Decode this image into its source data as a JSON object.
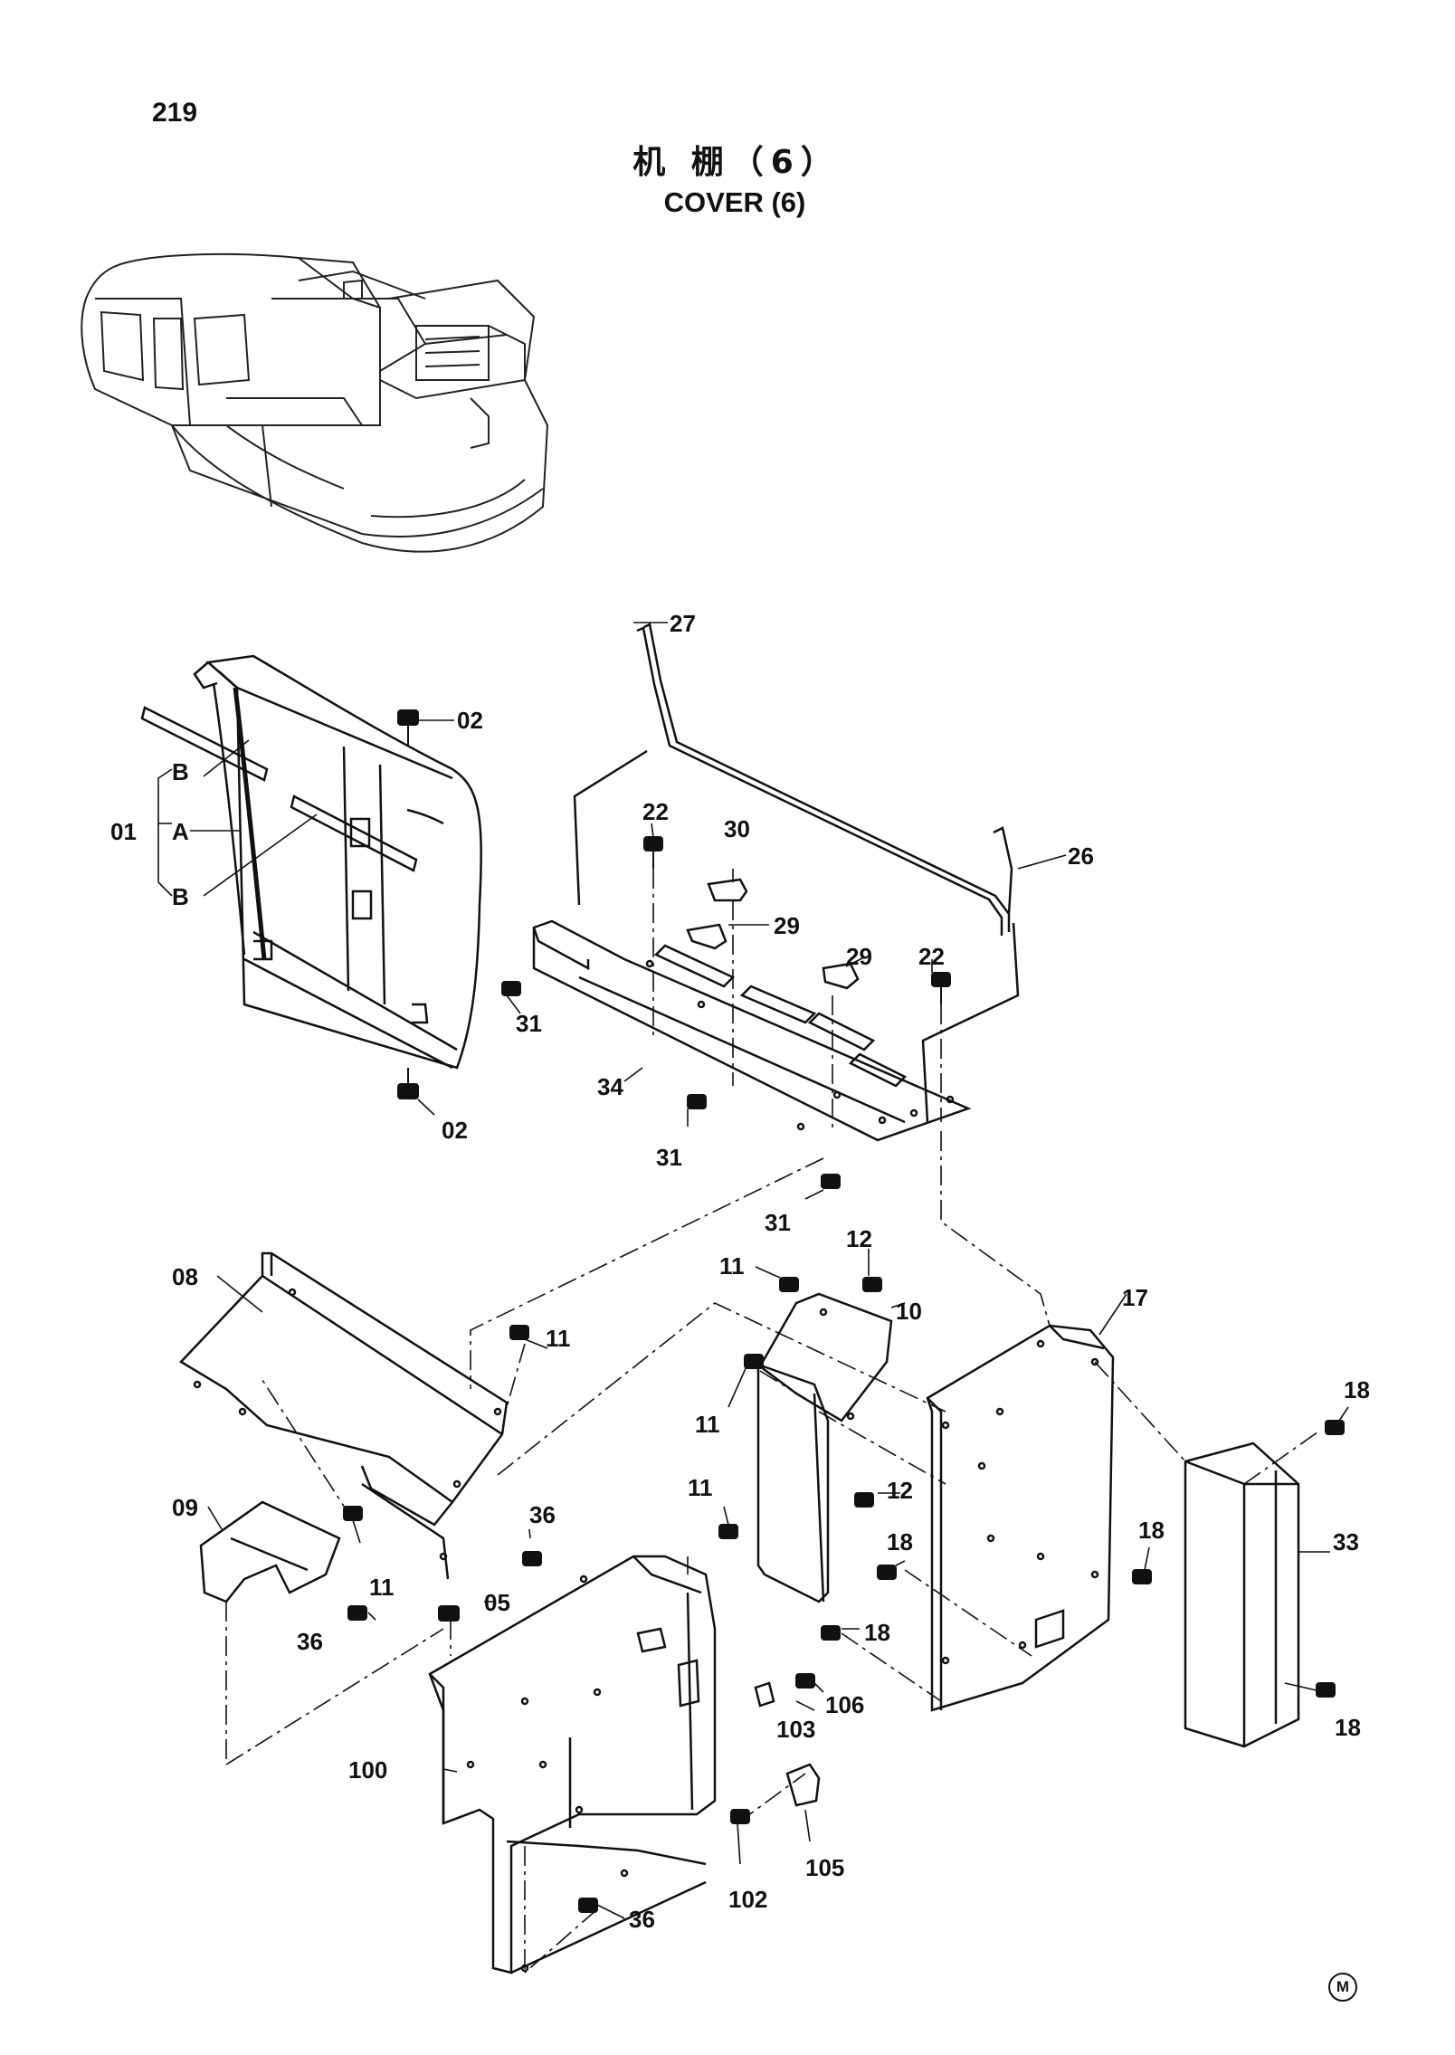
{
  "page": {
    "number": "219",
    "title_cn": "机 棚（6）",
    "title_en": "COVER (6)",
    "corner_mark": "M"
  },
  "callouts": [
    {
      "id": "c-27",
      "text": "27"
    },
    {
      "id": "c-02a",
      "text": "02"
    },
    {
      "id": "c-26",
      "text": "26"
    },
    {
      "id": "c-22a",
      "text": "22"
    },
    {
      "id": "c-30",
      "text": "30"
    },
    {
      "id": "c-B1",
      "text": "B"
    },
    {
      "id": "c-01",
      "text": "01"
    },
    {
      "id": "c-A",
      "text": "A"
    },
    {
      "id": "c-B2",
      "text": "B"
    },
    {
      "id": "c-29a",
      "text": "29"
    },
    {
      "id": "c-29b",
      "text": "29"
    },
    {
      "id": "c-22b",
      "text": "22"
    },
    {
      "id": "c-31a",
      "text": "31"
    },
    {
      "id": "c-34",
      "text": "34"
    },
    {
      "id": "c-02b",
      "text": "02"
    },
    {
      "id": "c-31b",
      "text": "31"
    },
    {
      "id": "c-31c",
      "text": "31"
    },
    {
      "id": "c-12a",
      "text": "12"
    },
    {
      "id": "c-11a",
      "text": "11"
    },
    {
      "id": "c-08",
      "text": "08"
    },
    {
      "id": "c-10",
      "text": "10"
    },
    {
      "id": "c-17",
      "text": "17"
    },
    {
      "id": "c-18a",
      "text": "18"
    },
    {
      "id": "c-11b",
      "text": "11"
    },
    {
      "id": "c-11c",
      "text": "11"
    },
    {
      "id": "c-11d",
      "text": "11"
    },
    {
      "id": "c-12b",
      "text": "12"
    },
    {
      "id": "c-09",
      "text": "09"
    },
    {
      "id": "c-36a",
      "text": "36"
    },
    {
      "id": "c-18b",
      "text": "18"
    },
    {
      "id": "c-18c",
      "text": "18"
    },
    {
      "id": "c-33",
      "text": "33"
    },
    {
      "id": "c-11e",
      "text": "11"
    },
    {
      "id": "c-05",
      "text": "05"
    },
    {
      "id": "c-36b",
      "text": "36"
    },
    {
      "id": "c-18d",
      "text": "18"
    },
    {
      "id": "c-106",
      "text": "106"
    },
    {
      "id": "c-103",
      "text": "103"
    },
    {
      "id": "c-100",
      "text": "100"
    },
    {
      "id": "c-18e",
      "text": "18"
    },
    {
      "id": "c-105",
      "text": "105"
    },
    {
      "id": "c-102",
      "text": "102"
    },
    {
      "id": "c-36c",
      "text": "36"
    }
  ]
}
